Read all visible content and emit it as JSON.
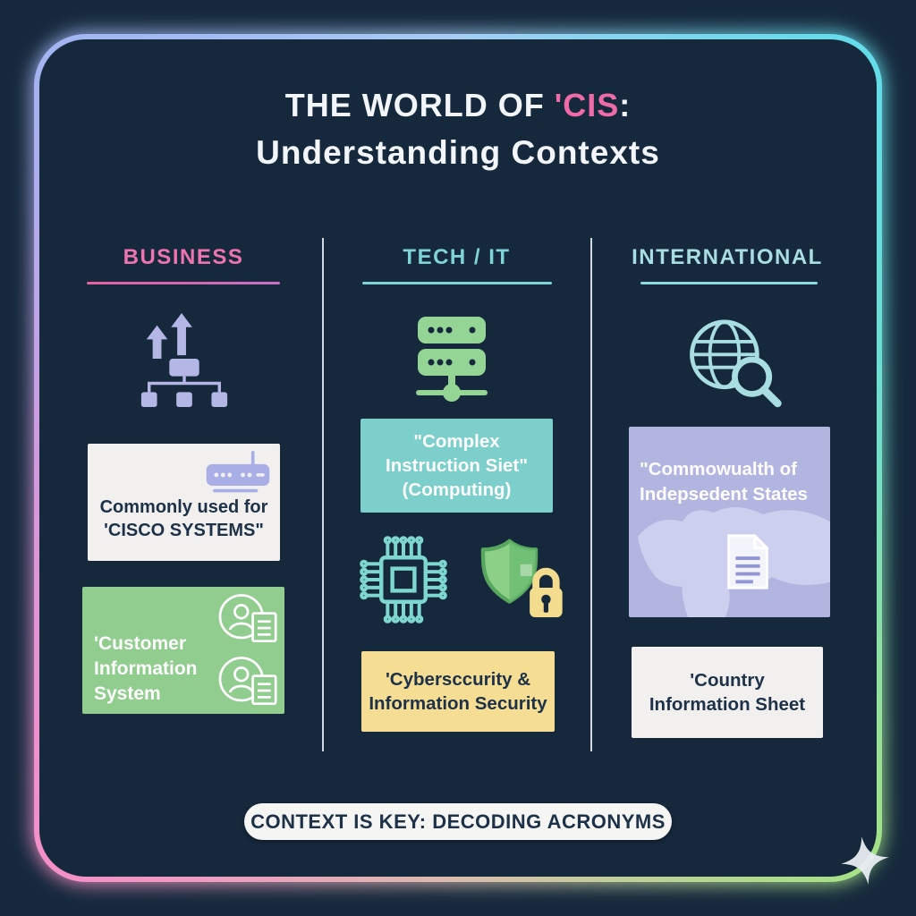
{
  "title": {
    "prefix": "THE WORLD OF ",
    "highlight": "'CIS",
    "suffix": ":",
    "line2": "Understanding Contexts"
  },
  "columns": {
    "business": {
      "header": "BUSINESS",
      "accent": "#ee74b0",
      "card1_text": "Commonly used for\n'CISCO SYSTEMS\"",
      "card2_text": "'Customer Information\nSystem"
    },
    "tech": {
      "header": "TECH / IT",
      "accent": "#7ed3d6",
      "card1_text": "\"Complex\nInstruction Siet\"\n(Computing)",
      "card2_text": "'Cybersccurity &\nInformation Security"
    },
    "international": {
      "header": "INTERNATIONAL",
      "accent": "#a9dde4",
      "card1_text": "\"Commowualth of\nIndepsedent States",
      "card2_text": "'Country\nInformation Sheet"
    }
  },
  "footer": {
    "banner_text": "CONTEXT IS KEY: DECODING ACRONYMS"
  },
  "colors": {
    "background": "#16293c",
    "navy_text": "#1d3148",
    "pink": "#ee6ba8",
    "lavender": "#b4b7e6",
    "green_card": "#90cd8e",
    "teal_card": "#7ccfcb",
    "yellow_card": "#f5dd94",
    "purple_card": "#b3b5e1",
    "white_card": "#f1f0ee",
    "frame_top_left": "#a2b4f2",
    "frame_top_right": "#63dcea",
    "frame_bottom_right": "#a4e186",
    "frame_bottom_left": "#f48fc8"
  },
  "icons": [
    "org-chart-growth-icon",
    "router-icon",
    "support-agent-icon",
    "customer-profile-icon",
    "server-network-icon",
    "cpu-chip-icon",
    "shield-lock-icon",
    "globe-search-icon",
    "world-map",
    "document-icon",
    "sparkle-icon"
  ]
}
